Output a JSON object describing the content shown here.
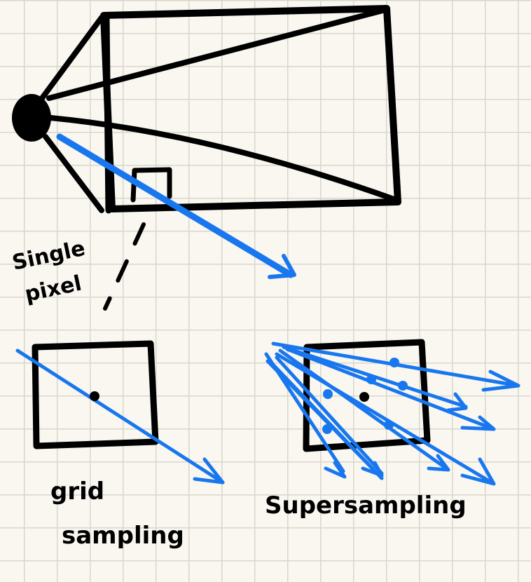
{
  "labels": {
    "single_pixel_line1": "Single",
    "single_pixel_line2": "pixel",
    "grid_line1": "grid",
    "grid_line2": "sampling",
    "supersampling": "Supersampling"
  },
  "colors": {
    "ink": "#000000",
    "ray": "#1877ee",
    "paper": "#f9f7f0",
    "grid": "#d9d6cd"
  }
}
